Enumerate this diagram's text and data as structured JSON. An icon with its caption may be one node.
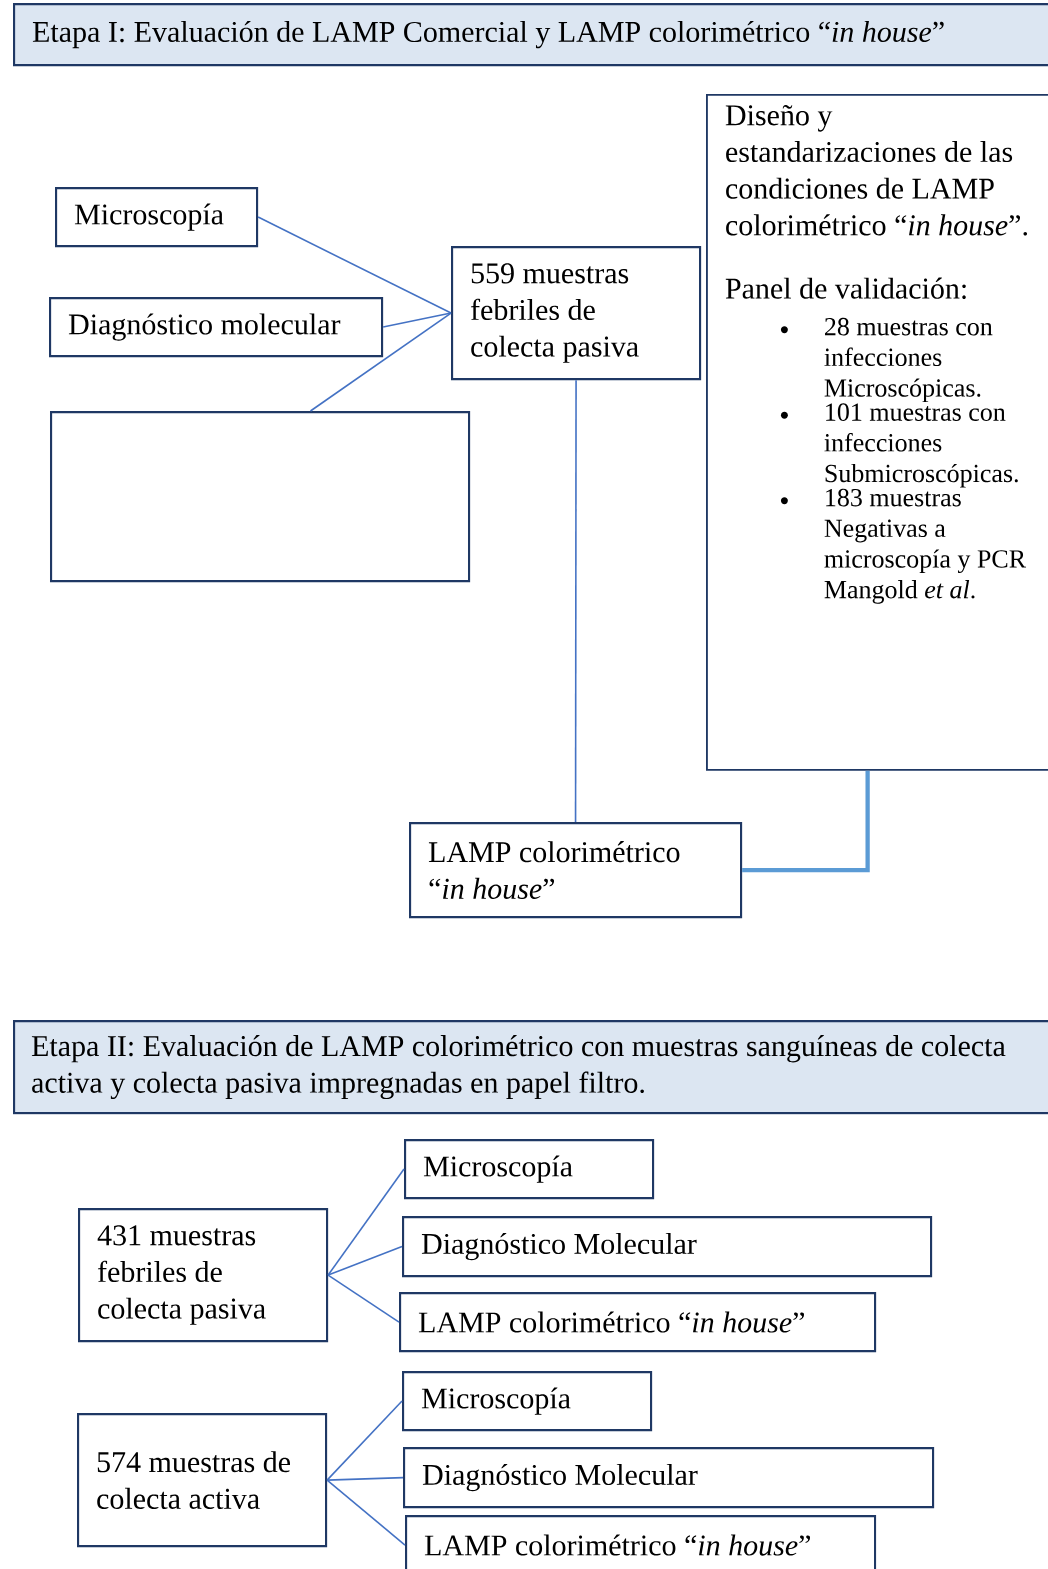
{
  "diagram": {
    "nodes": [
      {
        "text": [
          "Etapa I: Evaluación de LAMP Comercial y LAMP colorimétrico “*in house*”"
        ]
      },
      {
        "text": [
          "Microscopía"
        ]
      },
      {
        "text": [
          "Diagnóstico molecular"
        ]
      },
      {
        "text": [],
        "shape": "box"
      },
      {
        "text": [
          "559 muestras febriles de colecta pasiva"
        ]
      },
      {
        "text": [
          "Diseño y estandarizaciones de las condiciones de LAMP colorimétrico “*in house*”.",
          "Panel de validación:",
          "28 muestras con infecciones Microscópicas.",
          "101 muestras con infecciones Submicroscópicas.",
          "183 muestras Negativas a microscopía y PCR Mangold *et al*."
        ]
      },
      {
        "text": [
          "LAMP colorimétrico “*in house*”"
        ]
      },
      {
        "text": [
          "Etapa II: Evaluación de LAMP colorimétrico con muestras sanguíneas de colecta activa y colecta pasiva impregnadas en papel filtro."
        ]
      },
      {
        "text": [
          "431 muestras febriles de colecta pasiva"
        ]
      },
      {
        "text": [
          "Microscopía"
        ]
      },
      {
        "text": [
          "Diagnóstico Molecular"
        ]
      },
      {
        "text": [
          "LAMP colorimétrico “*in house*”"
        ]
      },
      {
        "text": [
          "574 muestras de colecta activa"
        ]
      },
      {
        "text": [
          "Microscopía"
        ]
      },
      {
        "text": [
          "Diagnóstico Molecular"
        ]
      },
      {
        "text": [
          "LAMP colorimétrico “*in house*”"
        ]
      }
    ],
    "edges": [
      {
        "from": 1,
        "to": 4,
        "arrow": "none"
      },
      {
        "from": 2,
        "to": 4,
        "arrow": "none"
      },
      {
        "from": 3,
        "to": 4,
        "arrow": "none"
      },
      {
        "from": 4,
        "to": 6,
        "arrow": "none"
      },
      {
        "from": 5,
        "to": 6,
        "arrow": "none",
        "style": "thick",
        "color": "#5b9bd5"
      },
      {
        "from": 8,
        "to": 9,
        "arrow": "none"
      },
      {
        "from": 8,
        "to": 10,
        "arrow": "none"
      },
      {
        "from": 8,
        "to": 11,
        "arrow": "none"
      },
      {
        "from": 12,
        "to": 13,
        "arrow": "none"
      },
      {
        "from": 12,
        "to": 14,
        "arrow": "none"
      },
      {
        "from": 12,
        "to": 15,
        "arrow": "none"
      }
    ]
  }
}
